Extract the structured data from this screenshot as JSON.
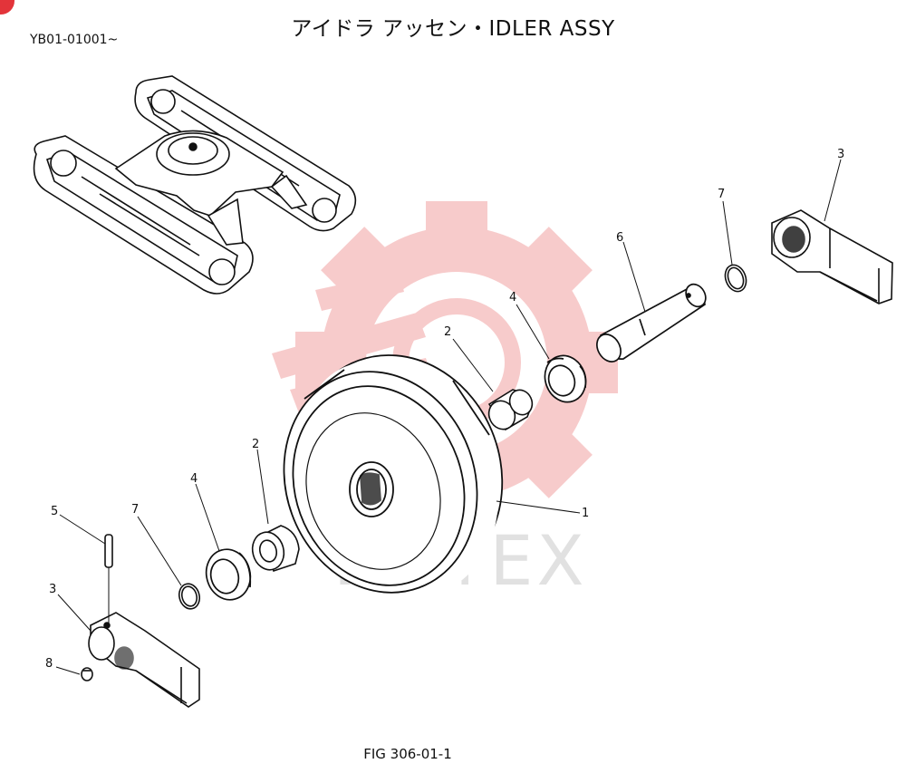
{
  "header": {
    "title": "アイドラ アッセン・IDLER ASSY",
    "serial": "YB01-01001~"
  },
  "footer": {
    "figure": "FIG 306-01-1"
  },
  "watermark": {
    "text": "ИНТЕХ",
    "gear_color": "#f4b6b6",
    "text_color": "#c8c8c8"
  },
  "callouts": {
    "c1": "1",
    "c2a": "2",
    "c2b": "2",
    "c3a": "3",
    "c3b": "3",
    "c4a": "4",
    "c4b": "4",
    "c5": "5",
    "c6": "6",
    "c7a": "7",
    "c7b": "7",
    "c8": "8"
  },
  "colors": {
    "badge": "#e3343a",
    "line": "#111111"
  }
}
